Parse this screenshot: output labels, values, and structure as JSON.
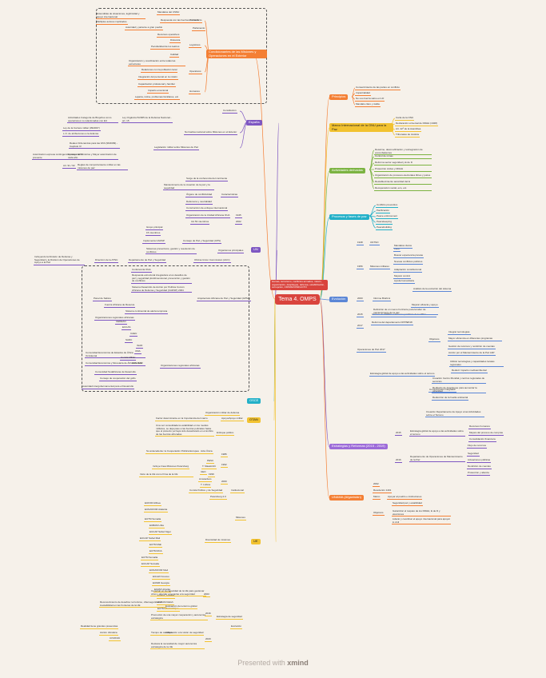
{
  "root": {
    "title": "Tema 4. OMPS",
    "note": "Hamas, terrorismo, conflictos armados, misión, organización, despliegue, defensa,\nestabilización, corrupción, CRISIS/CONFLICTO"
  },
  "colors": {
    "red": "#d9443d",
    "orange": "#f47f34",
    "yellow": "#f2c230",
    "green": "#7cb342",
    "cyan": "#23b0c8",
    "blue": "#5b86d6",
    "purple": "#7e57c2",
    "pink": "#c85a9a",
    "olive": "#9eb83b",
    "darkgreen": "#2e7d32"
  },
  "branches": {
    "condicionantes": {
      "label": "Condicionantes de las Misiones y Operaciones en el Exterior",
      "politicos": "Políticos",
      "politicos_items": [
        "Mandatos del CSNU",
        "Entendidas de situaciones, legitimidad y apoyo internacional",
        "Respuesta con las fuerzas en conflicto",
        "Múltiples actores implicados",
        "Autoridad y pariente a gran pueblo",
        "Parlamento"
      ],
      "logisticos": "Logísticos",
      "logisticos_items": [
        "Recursos operativos",
        "Distancia",
        "Peculiaridad de los teatros",
        "Calidad"
      ],
      "operativos": "Operativos",
      "operativos_items": [
        "Organización y coordinación entre todas las estructuras",
        "Relaciones con la población local",
        "Integración del personal en la misión"
      ],
      "humanos": "Humanos",
      "humanos_items": [
        "Capacitación profesional y familiar",
        "Impacto emocional",
        "Lejanía, rutina, problemas familiares, etc."
      ]
    },
    "espana": {
      "label": "España",
      "items": [
        "Constitución",
        "Normativa nacional sobre Misiones en el Exterior",
        "Ley Orgánica 5/2005 de la Defensa Nacional - art. 15",
        "Actividades Categoría de Brujeños como operaciones no relacionadas con EU",
        "Ley de la Carrera militar (39/2007)",
        "L.O. de atribuciones a la defensa",
        "Legislación militar sobre Misiones de Paz",
        "Reales Ordenanzas para las FAS (96/2009) - Capítulo IV",
        "Consejo de Ministros y Mayor autorización de cada año",
        "Autorización expresa contingencia para el año presente",
        "Reglas de comportamiento militar en las misiones de paz",
        "Art. 91 / 62"
      ]
    },
    "onu": {
      "label": "UN",
      "items": [
        "Surge de la conferencia del continente",
        "Mantenimiento de la creación de la paz y la seguridad",
        "Características",
        "Órgano de conflictividad",
        "Defensora y neutralidad",
        "Construcción de enfoque internacional",
        "1945",
        "Organización de la Unidad Africana OUA",
        "UA 53 miembros",
        "2002",
        "Grupo principal",
        "15 miembros",
        "Consejo de Paz y Seguridad (CPS)",
        "Implementa CADSP",
        "Sistemas preventivos, gestión y resolución de conflictos",
        "Organismos principales",
        "Dirección de la ATSU",
        "Departamento de Paz y Seguridad",
        "Oficina Union Commission (AUC)",
        "Incluyendo la División de Defensa y Seguridad y la División de Operaciones de Apoyo a la Paz",
        "Arquitectura Africana de Paz y Seguridad (APSA)",
        "Organizaciones regionales africanas"
      ]
    },
    "osce": {
      "label": "OSCE"
    },
    "otan": {
      "label": "OTAN",
      "items": [
        "Organización militar de defensa",
        "Apoyo/Apoyo militar",
        "Factor determinante en la Importancia del marco",
        "Enfoque politico",
        "Una vez consolidada la estabilidad en los medios militares, se deja paso a las fuerzas policiales hasta que el pretexto ya haya sido desactivado en el ámbito de las fuerzas afincadas"
      ]
    },
    "ue": {
      "label": "UE",
      "items": [
        "Su antecedente: la Cooperación Política Europea",
        "Acta Única",
        "1986",
        "PESC",
        "T. Maastricht",
        "1992",
        "Incluye línea Misiones Petersberg",
        "UEO",
        "1999",
        "Inicio de la UE como firma de la UE",
        "Amsterdam",
        "2000",
        "T. Lisboa",
        "Comité Político y de Seguridad",
        "Institucional",
        "Misiones",
        "Petersberg 2.0",
        "Diversidad de misiones",
        "EUFOR Althea",
        "EUNAVFOR Atalanta",
        "EUTM Somalia",
        "Evolución",
        "2003",
        "2016",
        "2020",
        "Estrategia de seguridad"
      ]
    },
    "principios": {
      "label": "Principios",
      "items": [
        "Consentimiento de las partes en conflicto",
        "Imparcialidad",
        "No uso fuerza salvo en LD",
        "Mandato claro y viable"
      ]
    },
    "marco": {
      "label": "Marco Internacional de la ONU para la Paz",
      "items": [
        "Carta de la ONU",
        "Declaración universal de DDHH (1948)",
        "Art. 42º de la Asamblea",
        "Tribunales de Justicia"
      ]
    },
    "actividades": {
      "label": "Actividades derivadas",
      "items": [
        "Desarme, desmovilización y reintegración de excombatientes",
        "Control de minas",
        "Reforma sector seguridad y E de D",
        "Protección civiles y DDHH",
        "Organización de procesos electorales libres y justos",
        "Restablecimiento autoridad del E",
        "Recuperación social, eco, etc."
      ]
    },
    "procesos": {
      "label": "Procesos y fases de paz",
      "items": [
        "Conflicto preventivo",
        "Pacificación",
        "Peace enforcement",
        "Peacekeeping",
        "Peacebuilding"
      ]
    },
    "evolucion": {
      "label": "Evolución",
      "items": [
        "1948",
        "UNTSO",
        "1956",
        "Misiones militares",
        "1988",
        "Buscar experiencia previas",
        "Nuevas conflictos políticos",
        "Adaptación constitucional",
        "Mejorar control",
        "Ayuda humanitaria",
        "Mandatos claros",
        "2000",
        "Informe Brahimi",
        "2015",
        "Informe de HIPPO: relaciones pacíficas de la ONU",
        "Análisis de la evolución del sistema",
        "2017",
        "Definición de un nuevo horizonte para la labor de mantenimiento de la paz",
        "Operaciones de Paz 2017",
        "Reforma del departamento DPPS",
        "2018",
        "Objetivos",
        "Integrar tecnologías",
        "Acción por el Mantenimiento de la Paz A4P",
        "Estrategia global de apoyo a las actividades sobre el terreno"
      ]
    },
    "estrategias": {
      "label": "Estrategias y Reformas (2015 - 2019)",
      "items": [
        "2015",
        "Estrategia global de apoyo a las actividades sobre el terreno",
        "Recursos humanos",
        "Mejora del proceso de compras",
        "Consolidación financiera",
        "2016",
        "Departamento de Operaciones de Mantenimiento de la Paz",
        "Flujo de recursos",
        "Seguridad",
        "Actuaciones públicas",
        "Rendición de cuentas",
        "Protección y alianza"
      ]
    },
    "unama": {
      "label": "UNAMA (Afganistán)",
      "items": [
        "2002",
        "Resolución 1401",
        "Marco",
        "Apoyar al pueblo e instituciones",
        "Seguridad paz y estabilidad",
        "Objetivos",
        "Garantizar el respeto de los DDHH, E de D y elecciones",
        "Liderar y coordinar el apoyo internacional para apoyar lo civil"
      ]
    }
  },
  "footer": {
    "prefix": "Presented with ",
    "brand": "xmind"
  }
}
